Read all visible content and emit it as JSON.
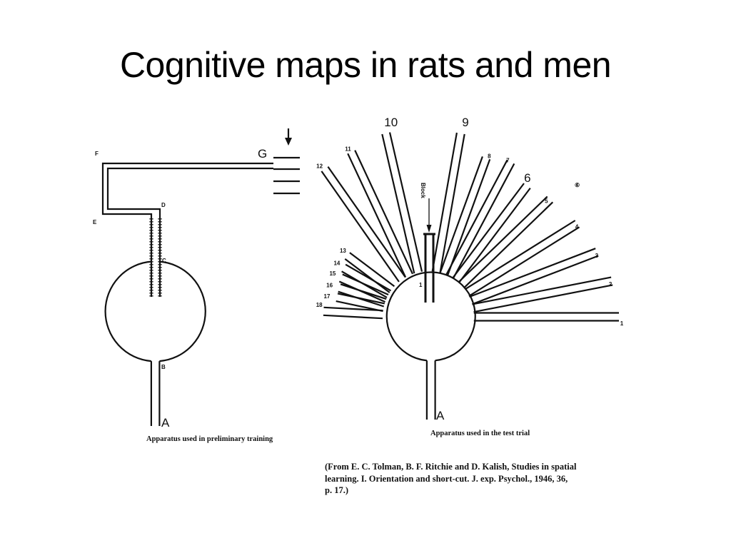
{
  "title": "Cognitive maps in rats and men",
  "left_apparatus": {
    "labels": {
      "G": "G",
      "F": "F",
      "E": "E",
      "D": "D",
      "C": "C",
      "B": "B",
      "A": "A"
    },
    "caption": "Apparatus used in preliminary training"
  },
  "right_apparatus": {
    "path_numbers": [
      "1",
      "2",
      "3",
      "4",
      "5",
      "6",
      "7",
      "8",
      "9",
      "10",
      "11",
      "12",
      "13",
      "14",
      "15",
      "16",
      "17",
      "18"
    ],
    "circled_label": "⑥",
    "blocked_label": "Block",
    "center_label": "1",
    "start_label": "A",
    "caption": "Apparatus used in the test trial"
  },
  "citation": {
    "line1": "(From E. C. Tolman, B. F. Ritchie and D. Kalish, Studies in spatial",
    "line2": "learning.  I. Orientation and short-cut.  J. exp. Psychol., 1946, 36,",
    "line3": "p. 17.)"
  },
  "colors": {
    "ink": "#111111",
    "background": "#ffffff"
  }
}
